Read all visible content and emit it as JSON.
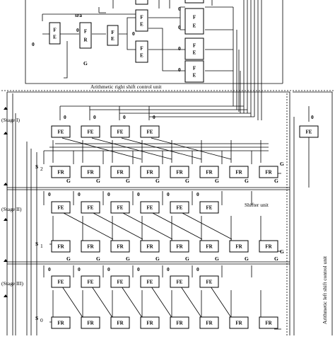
{
  "labels": {
    "fe": "FE",
    "fr": "FR",
    "fvert": "F",
    "evert": "E",
    "rvert": "R",
    "zero": "0",
    "g": "G",
    "sra": "sra",
    "s2": "S",
    "s2sub": "2",
    "s1": "S",
    "s1sub": "1",
    "s0": "S",
    "s0sub": "0",
    "stage1": "(Stage I)",
    "stage2": "(Stage II)",
    "stage3": "(Stage III)",
    "arith_right_unit": "Arithmetic right shift control unit",
    "shifter_unit": "Shifter unit",
    "arith_left_unit": "Arithmetic left shift control unit"
  }
}
